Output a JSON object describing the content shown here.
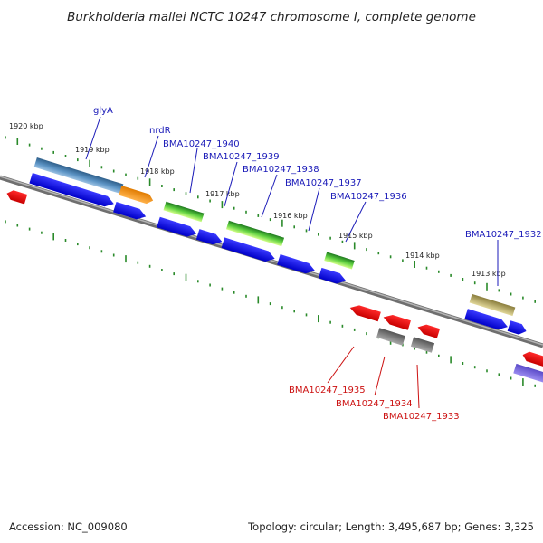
{
  "title": "Burkholderia mallei NCTC 10247 chromosome I, complete genome",
  "footer": {
    "accession": "Accession: NC_009080",
    "summary": "Topology: circular; Length: 3,495,687 bp; Genes: 3,325"
  },
  "colors": {
    "label_forward": "#1a1ab8",
    "label_reverse": "#cc1111",
    "backbone": "#888888",
    "ticks": "#2a8a2a"
  },
  "ruler": [
    {
      "label": "1920 kbp"
    },
    {
      "label": "1919 kbp"
    },
    {
      "label": "1918 kbp"
    },
    {
      "label": "1917 kbp"
    },
    {
      "label": "1916 kbp"
    },
    {
      "label": "1915 kbp"
    },
    {
      "label": "1914 kbp"
    },
    {
      "label": "1913 kbp"
    }
  ],
  "gene_labels_forward": [
    {
      "name": "glyA"
    },
    {
      "name": "nrdR"
    },
    {
      "name": "BMA10247_1940"
    },
    {
      "name": "BMA10247_1939"
    },
    {
      "name": "BMA10247_1938"
    },
    {
      "name": "BMA10247_1937"
    },
    {
      "name": "BMA10247_1936"
    },
    {
      "name": "BMA10247_1932"
    }
  ],
  "gene_labels_reverse": [
    {
      "name": "BMA10247_1935"
    },
    {
      "name": "BMA10247_1934"
    },
    {
      "name": "BMA10247_1933"
    }
  ]
}
